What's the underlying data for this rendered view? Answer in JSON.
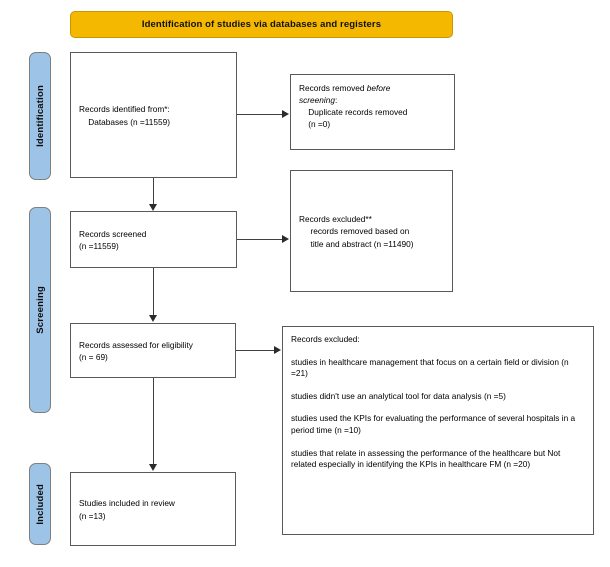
{
  "banner": {
    "title": "Identification of studies via databases and registers",
    "bg_color": "#F5B800"
  },
  "stages": {
    "identification": "Identification",
    "screening": "Screening",
    "included": "Included",
    "bg_color": "#9DC3E6"
  },
  "boxes": {
    "identified": "Records identified from*:\n    Databases (n =11559)",
    "removed_before_screening_line1": "Records removed ",
    "removed_before_screening_italic1": "before",
    "removed_before_screening_italic2": "screening",
    "removed_before_screening_line2": ":\n    Duplicate records removed\n    (n =0)",
    "screened": "Records screened\n(n =11559)",
    "excluded_title_screen": "Records excluded**\n     records removed based on\n     title and abstract (n =11490)",
    "assessed": "Records assessed for eligibility\n(n = 69)",
    "included": "Studies included in review\n(n =13)"
  },
  "excluded_detail": {
    "heading": "Records excluded:",
    "items": [
      "studies in healthcare management that focus on a certain field or division (n =21)",
      "studies didn't use an analytical tool for data analysis (n =5)",
      "studies used the KPIs for evaluating the performance of several hospitals in a period time (n =10)",
      "studies that relate in assessing the performance of the healthcare but Not related especially in identifying the KPIs in healthcare FM (n =20)"
    ]
  }
}
